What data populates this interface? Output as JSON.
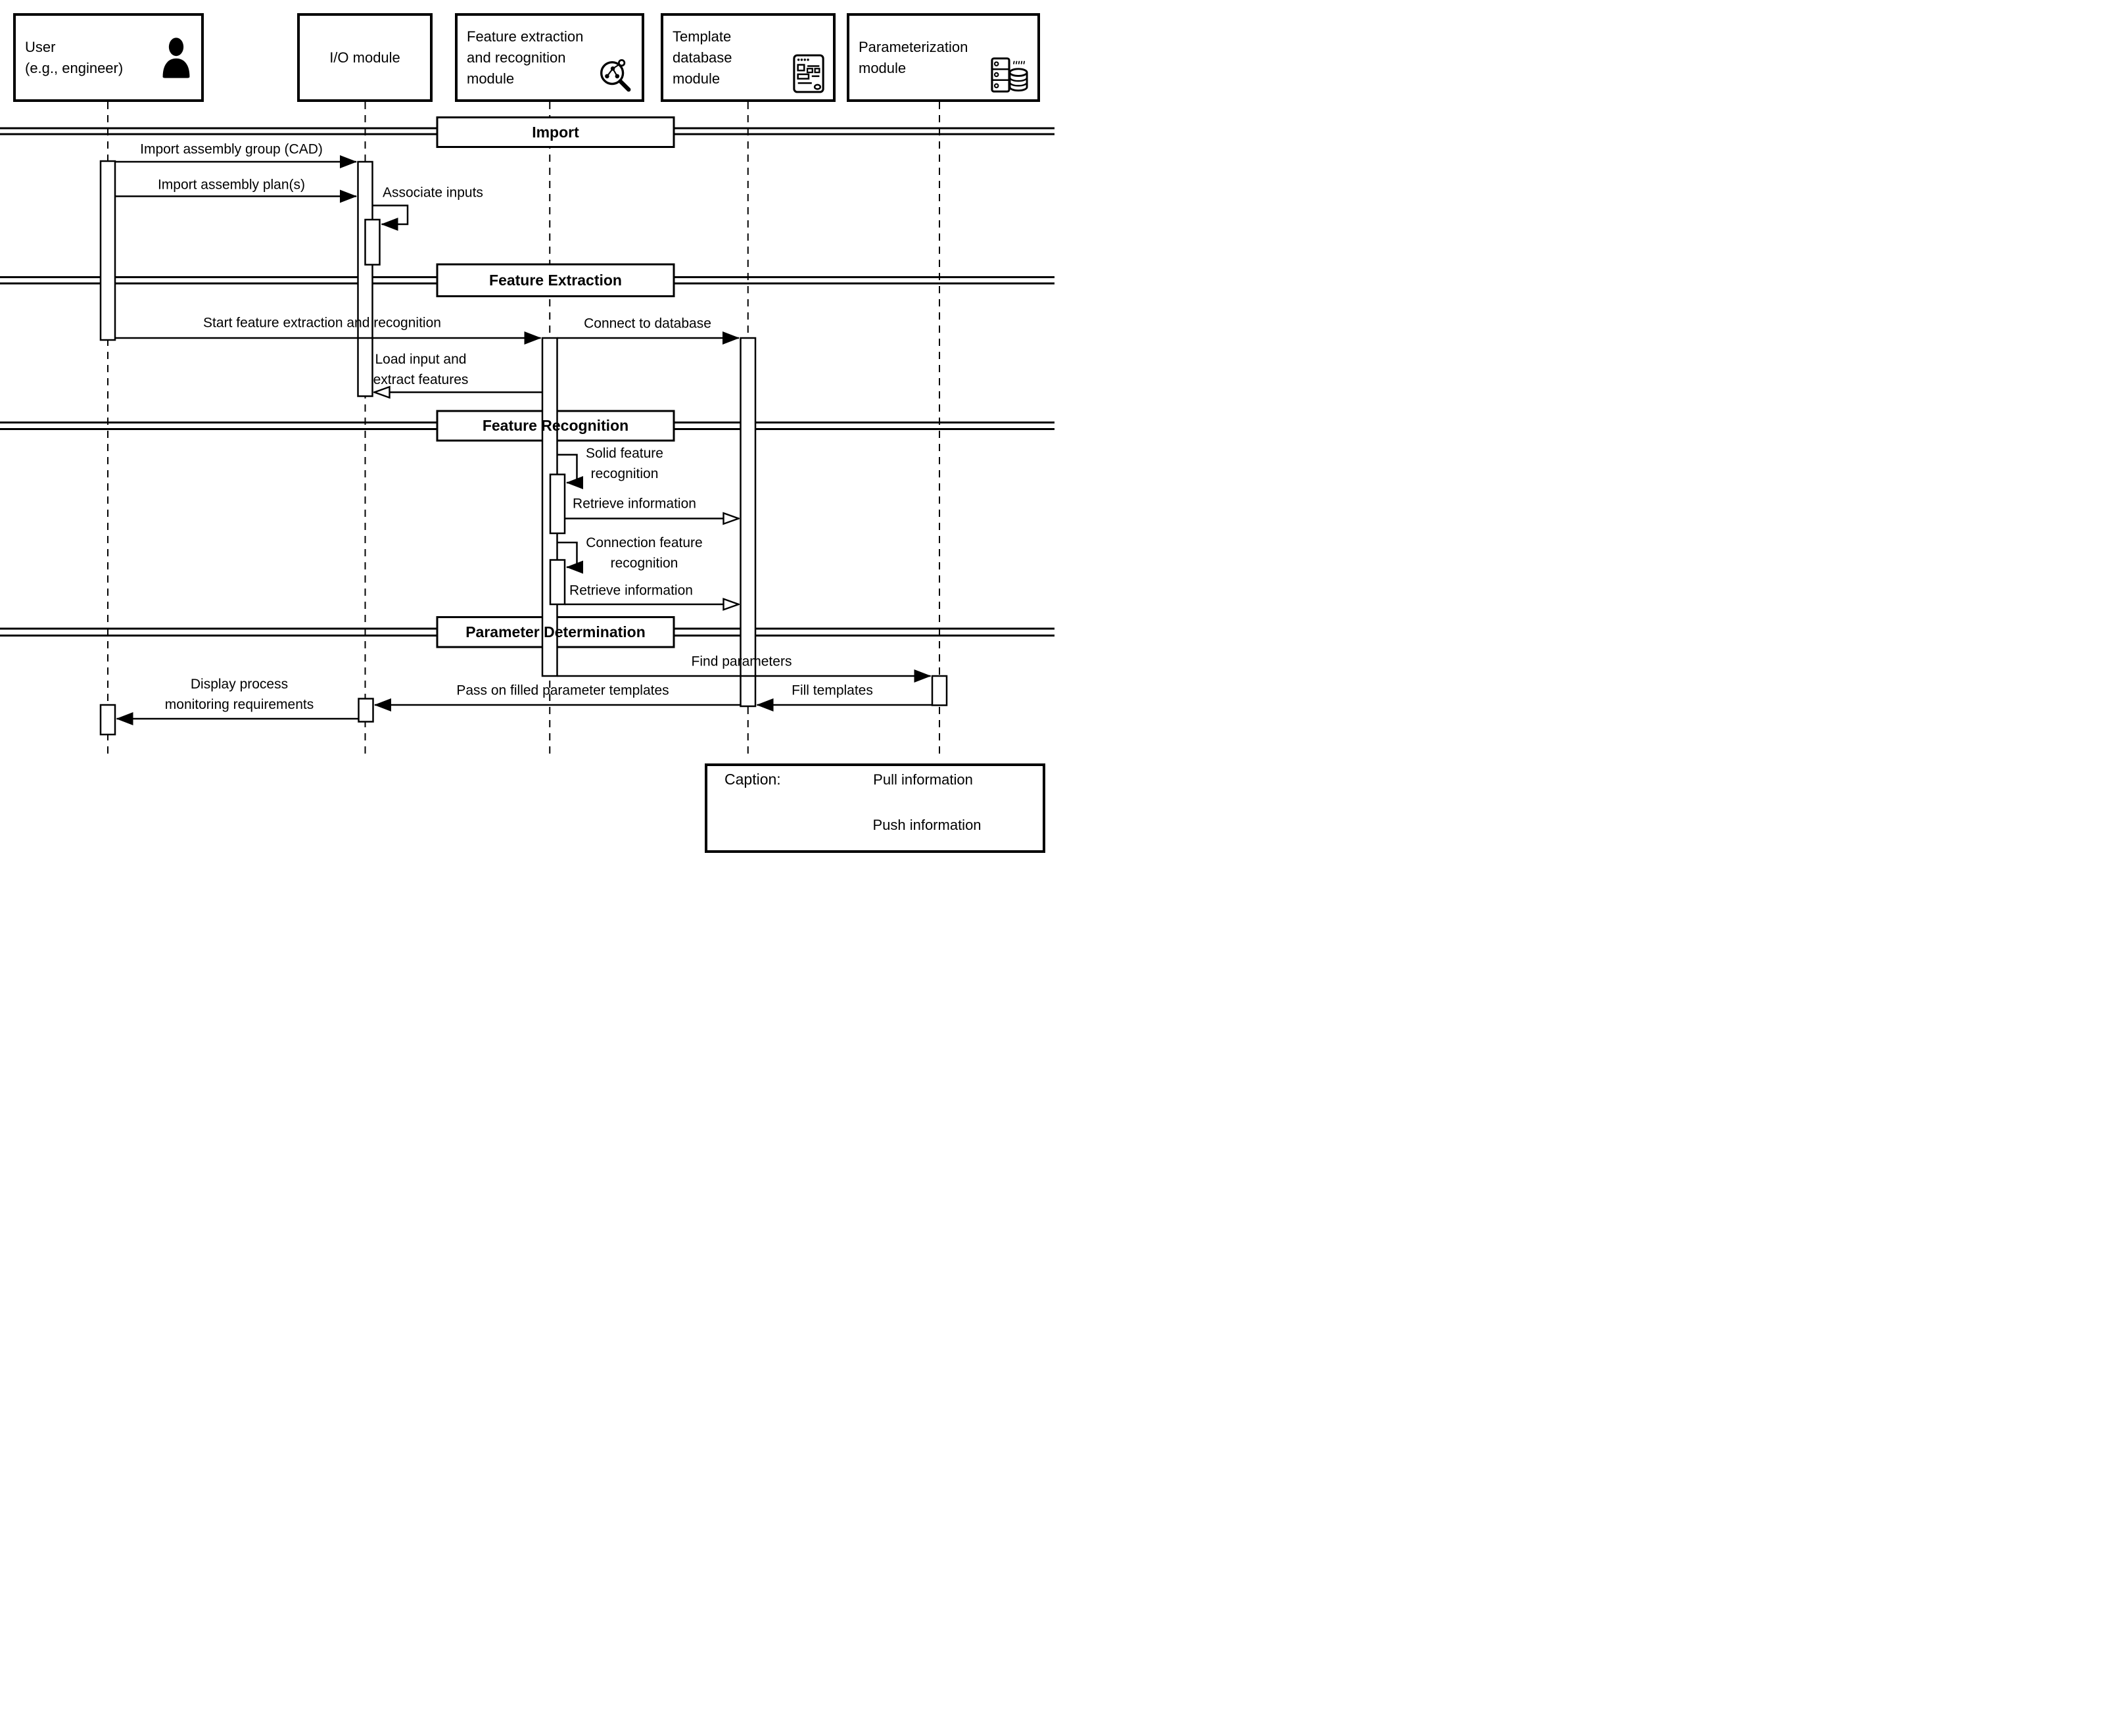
{
  "participants": [
    {
      "name": "User\n(e.g., engineer)",
      "icon": "person-icon"
    },
    {
      "name": "I/O module",
      "icon": ""
    },
    {
      "name": "Feature extraction\nand recognition\nmodule",
      "icon": "magnifier-network-icon"
    },
    {
      "name": "Template\ndatabase\nmodule",
      "icon": "template-window-icon"
    },
    {
      "name": "Parameterization\nmodule",
      "icon": "server-database-icon"
    }
  ],
  "phases": [
    {
      "label": "Import"
    },
    {
      "label": "Feature Extraction"
    },
    {
      "label": "Feature Recognition"
    },
    {
      "label": "Parameter Determination"
    }
  ],
  "messages": [
    {
      "text": "Import assembly group (CAD)",
      "from": "User",
      "to": "I/O module",
      "type": "push"
    },
    {
      "text": "Import assembly plan(s)",
      "from": "User",
      "to": "I/O module",
      "type": "push"
    },
    {
      "text": "Associate inputs",
      "from": "I/O module",
      "to": "I/O module",
      "type": "self"
    },
    {
      "text": "Start feature extraction and recognition",
      "from": "User",
      "to": "Feature extraction and recognition module",
      "type": "push"
    },
    {
      "text": "Connect to database",
      "from": "Feature extraction and recognition module",
      "to": "Template database module",
      "type": "push"
    },
    {
      "text": "Load input and\nextract features",
      "from": "Feature extraction and recognition module",
      "to": "I/O module",
      "type": "pull"
    },
    {
      "text": "Solid feature\nrecognition",
      "from": "Feature extraction and recognition module",
      "to": "Feature extraction and recognition module",
      "type": "self"
    },
    {
      "text": "Retrieve information",
      "from": "Feature extraction and recognition module",
      "to": "Template database module",
      "type": "pull"
    },
    {
      "text": "Connection feature\nrecognition",
      "from": "Feature extraction and recognition module",
      "to": "Feature extraction and recognition module",
      "type": "self"
    },
    {
      "text": "Retrieve information",
      "from": "Feature extraction and recognition module",
      "to": "Template database module",
      "type": "pull"
    },
    {
      "text": "Find parameters",
      "from": "Feature extraction and recognition module",
      "to": "Parameterization module",
      "type": "push"
    },
    {
      "text": "Fill templates",
      "from": "Parameterization module",
      "to": "Template database module",
      "type": "push"
    },
    {
      "text": "Pass on filled parameter templates",
      "from": "Template database module",
      "to": "I/O module",
      "type": "push"
    },
    {
      "text": "Display process\nmonitoring requirements",
      "from": "I/O module",
      "to": "User",
      "type": "push"
    }
  ],
  "caption": {
    "title": "Caption:",
    "legend": [
      {
        "label": "Pull information",
        "arrow_style": "open"
      },
      {
        "label": "Push information",
        "arrow_style": "filled"
      }
    ]
  },
  "colors": {
    "ink": "#000000",
    "background": "#ffffff"
  }
}
